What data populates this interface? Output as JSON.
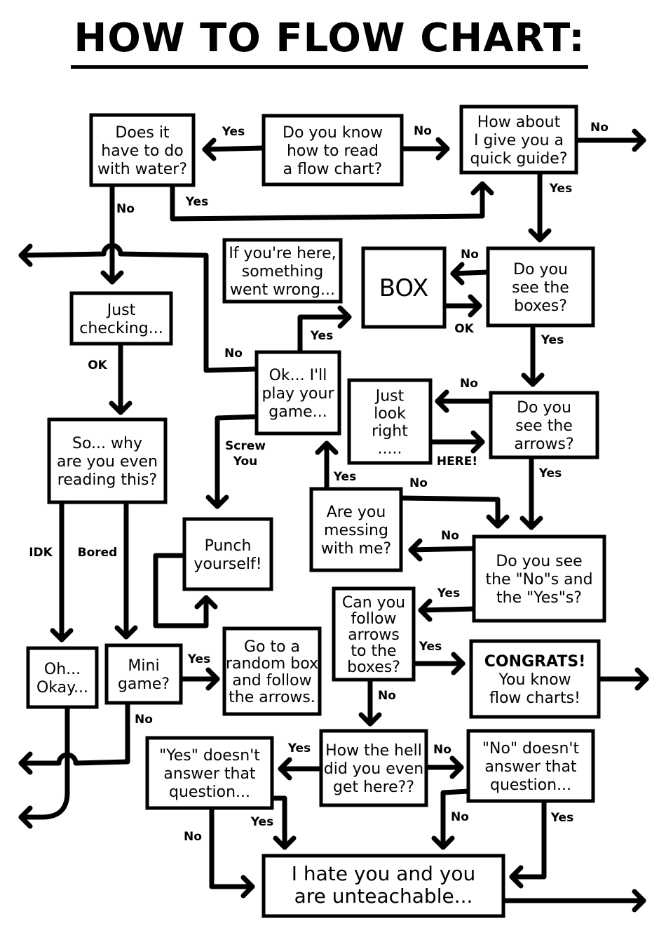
{
  "title": "HOW TO FLOW CHART:",
  "nodes": {
    "know": [
      "Do you know",
      "how to read",
      "a flow chart?"
    ],
    "water": [
      "Does it",
      "have to do",
      "with water?"
    ],
    "guide": [
      "How about",
      "I give you a",
      "quick guide?"
    ],
    "wrong": [
      "If you're here,",
      "something",
      "went wrong..."
    ],
    "box": [
      "BOX"
    ],
    "seeboxes": [
      "Do you",
      "see the",
      "boxes?"
    ],
    "checking": [
      "Just",
      "checking..."
    ],
    "okplay": [
      "Ok... I'll",
      "play your",
      "game..."
    ],
    "lookright": [
      "Just",
      "look",
      "right",
      "....."
    ],
    "seearrows": [
      "Do you",
      "see the",
      "arrows?"
    ],
    "whyreading": [
      "So... why",
      "are you even",
      "reading this?"
    ],
    "punch": [
      "Punch",
      "yourself!"
    ],
    "messing": [
      "Are you",
      "messing",
      "with me?"
    ],
    "seenoyes": [
      "Do you see",
      "the \"No\"s and",
      "the \"Yes\"s?"
    ],
    "follow": [
      "Can you",
      "follow",
      "arrows",
      "to the",
      "boxes?"
    ],
    "ohokay": [
      "Oh...",
      "Okay..."
    ],
    "minigame": [
      "Mini",
      "game?"
    ],
    "random": [
      "Go to a",
      "random box",
      "and follow",
      "the arrows."
    ],
    "congrats": [
      "CONGRATS!",
      "You know",
      "flow charts!"
    ],
    "yesdoesnt": [
      "\"Yes\" doesn't",
      "answer that",
      "question..."
    ],
    "howhell": [
      "How the hell",
      "did you even",
      "get here??"
    ],
    "nodoesnt": [
      "\"No\" doesn't",
      "answer that",
      "question..."
    ],
    "hate": [
      "I hate you and you",
      "are unteachable..."
    ]
  },
  "edge_labels": {
    "know_yes": "Yes",
    "know_no": "No",
    "guide_no": "No",
    "guide_yes": "Yes",
    "water_no": "No",
    "water_yes": "Yes",
    "seeboxes_no": "No",
    "box_ok": "OK",
    "seeboxes_yes": "Yes",
    "checking_ok": "OK",
    "okplay_no": "No",
    "okplay_yes": "Yes",
    "okplay_screw": "Screw",
    "okplay_screw2": "You",
    "seearrows_no": "No",
    "lookright_here": "HERE!",
    "seearrows_yes": "Yes",
    "messing_yes": "Yes",
    "messing_no": "No",
    "seenoyes_no": "No",
    "seenoyes_yes": "Yes",
    "why_idk": "IDK",
    "why_bored": "Bored",
    "follow_yes": "Yes",
    "follow_no": "No",
    "minigame_yes": "Yes",
    "minigame_no": "No",
    "howhell_yes": "Yes",
    "howhell_no": "No",
    "yesdoesnt_yes": "Yes",
    "yesdoesnt_no": "No",
    "nodoesnt_no": "No",
    "nodoesnt_yes": "Yes"
  }
}
